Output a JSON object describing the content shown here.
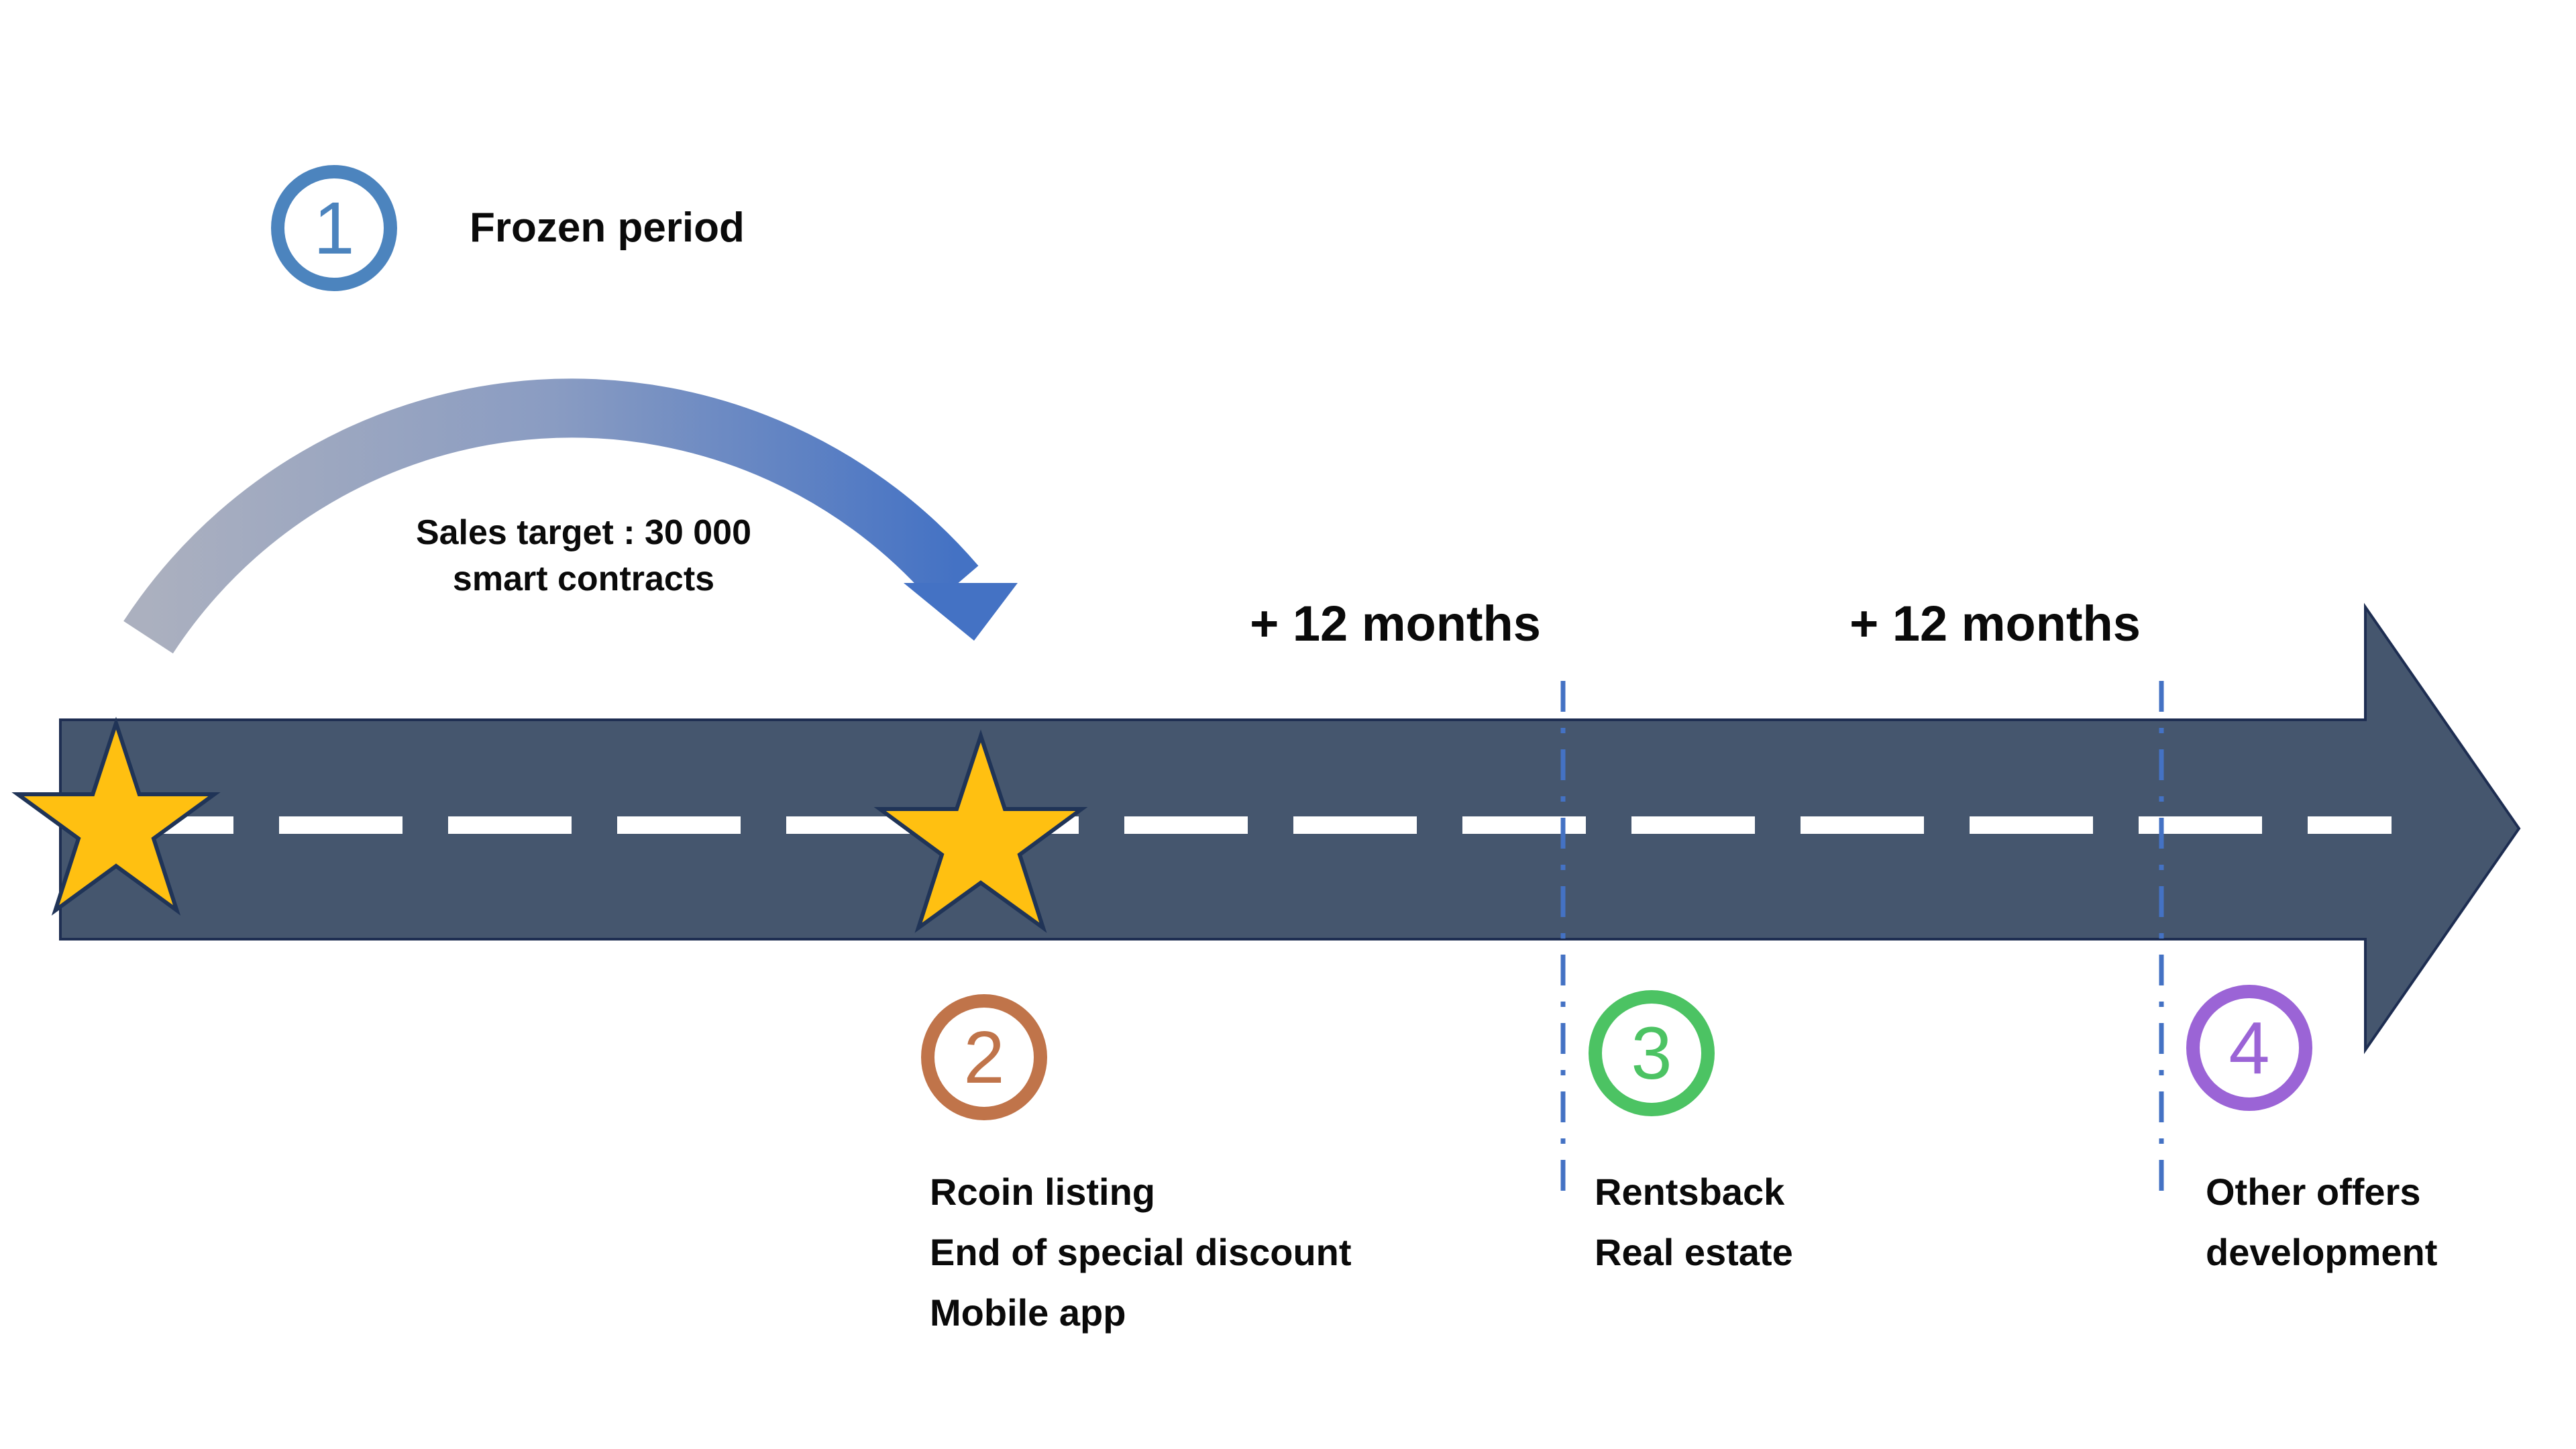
{
  "diagram": {
    "type": "roadmap-timeline",
    "annotation": {
      "line1": "Sales target : 30 000",
      "line2": "smart contracts"
    },
    "intervals": [
      {
        "label": "+ 12 months"
      },
      {
        "label": "+ 12 months"
      }
    ],
    "milestones": [
      {
        "number": "1",
        "color": "#4C84BE",
        "label": "Frozen period",
        "marker": "numbered-circle"
      },
      {
        "number": "2",
        "color": "#C0744A",
        "marker": "star-on-road",
        "lines": [
          "Rcoin listing",
          "End of special discount",
          "Mobile app"
        ]
      },
      {
        "number": "3",
        "color": "#4CC363",
        "marker": "dashdot-divider",
        "lines": [
          "Rentsback",
          "Real estate"
        ]
      },
      {
        "number": "4",
        "color": "#9B64D6",
        "marker": "dashdot-divider",
        "lines": [
          "Other offers",
          "development"
        ]
      }
    ],
    "colors": {
      "road_fill": "#45566E",
      "road_border": "#1E2E52",
      "road_center_dash": "#FFFFFF",
      "star_fill": "#FFC011",
      "star_border": "#203457",
      "divider_line": "#4472C4",
      "curved_arrow_start": "#ABB0BF",
      "curved_arrow_end": "#4472C4",
      "text": "#0A0A0A"
    }
  }
}
